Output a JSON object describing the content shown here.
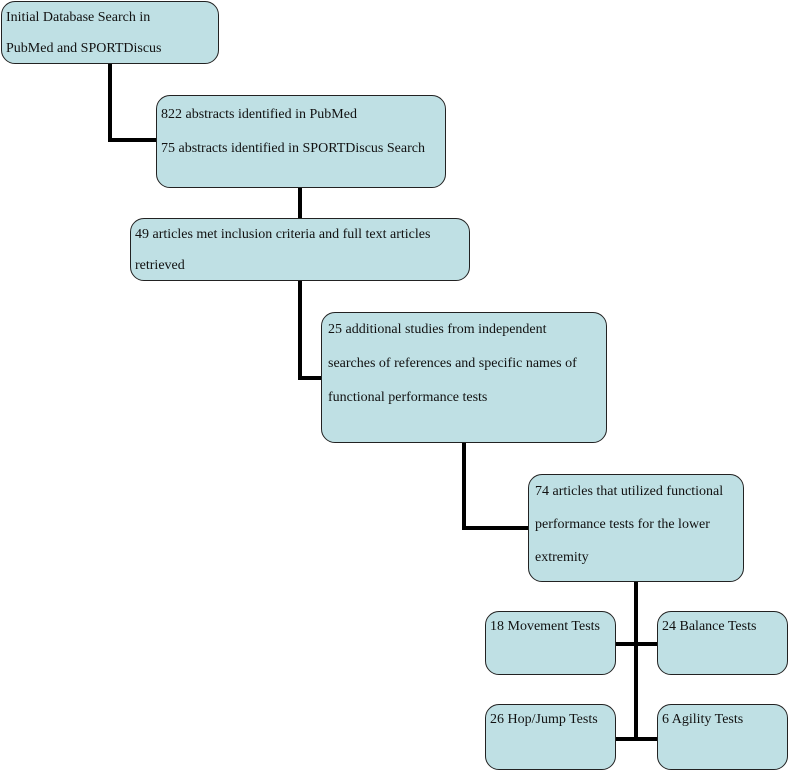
{
  "boxes": {
    "initial_search": [
      "Initial Database Search in",
      "PubMed and SPORTDiscus"
    ],
    "abstracts": [
      "822 abstracts identified in PubMed",
      "75 abstracts identified in SPORTDiscus Search"
    ],
    "inclusion": [
      "49 articles met inclusion criteria and full text articles",
      "retrieved"
    ],
    "additional": [
      "25 additional studies from independent",
      "searches of references and specific names of",
      "functional performance tests"
    ],
    "utilized": [
      "74 articles that utilized functional",
      "performance tests for the lower",
      "extremity"
    ],
    "movement": "18 Movement Tests",
    "balance": "24 Balance Tests",
    "hop_jump": "26 Hop/Jump Tests",
    "agility": "6 Agility Tests"
  },
  "colors": {
    "box_fill": "#bfe0e4",
    "box_border": "#222222",
    "connector": "#000000"
  }
}
